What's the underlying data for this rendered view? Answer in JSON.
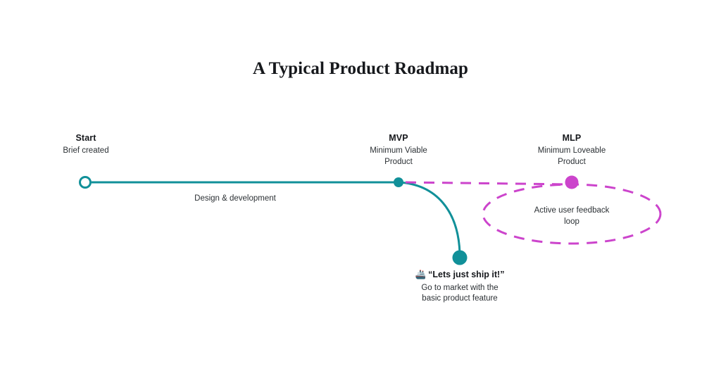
{
  "title": "A Typical Product Roadmap",
  "colors": {
    "teal": "#119099",
    "magenta": "#CC44CC",
    "text": "#16181c",
    "background": "#ffffff"
  },
  "nodes": [
    {
      "id": "start",
      "heading": "Start",
      "sub": "Brief created",
      "marker": "hollow-circle",
      "color": "#119099"
    },
    {
      "id": "mvp",
      "heading": "MVP",
      "sub_line1": "Minimum Viable",
      "sub_line2": "Product",
      "marker": "filled-circle",
      "color": "#119099"
    },
    {
      "id": "mlp",
      "heading": "MLP",
      "sub_line1": "Minimum Loveable",
      "sub_line2": "Product",
      "marker": "filled-circle",
      "color": "#CC44CC"
    }
  ],
  "edges": {
    "design_label": "Design & development",
    "loop_label_line1": "Active user feedback",
    "loop_label_line2": "loop"
  },
  "ship": {
    "emoji": "🚢",
    "headline": "“Lets just ship it!”",
    "sub_line1": "Go to market with the",
    "sub_line2": "basic product feature"
  }
}
